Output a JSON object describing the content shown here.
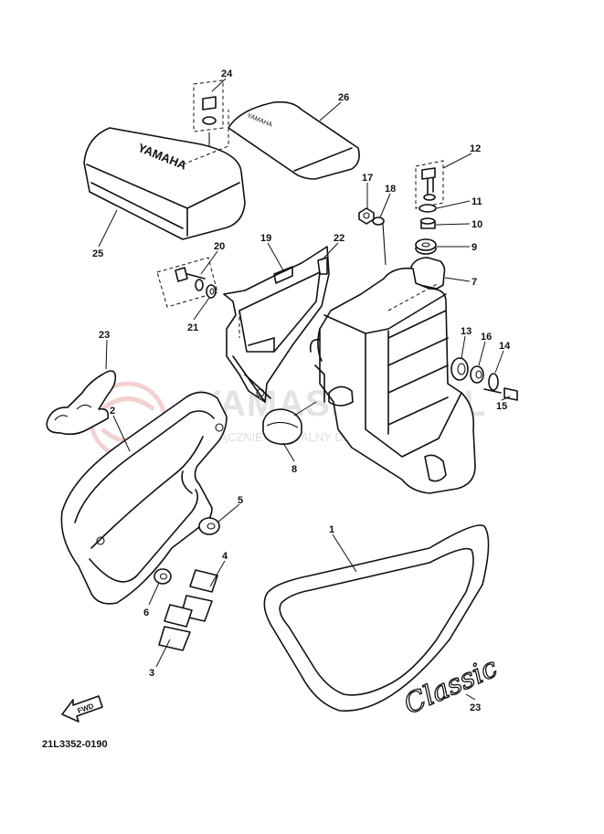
{
  "diagram": {
    "part_numbers": [
      "1",
      "2",
      "3",
      "4",
      "5",
      "6",
      "7",
      "8",
      "9",
      "10",
      "11",
      "12",
      "13",
      "14",
      "15",
      "16",
      "17",
      "18",
      "19",
      "20",
      "21",
      "22",
      "23",
      "23",
      "24",
      "25",
      "26"
    ],
    "drawing_code": "21L3352-0190",
    "fwd_label": "FWD",
    "side_cover_emblem": "Classic",
    "battery_box_emblem": "YAMAHA",
    "seat_emblem": "YAMAHA"
  },
  "watermark": {
    "brand": "YAMASKLEP.PL",
    "subtitle": "WYŁĄCZNIE OFICJALNY DEALER YAMAHA"
  },
  "colors": {
    "line": "#111111",
    "watermark_text": "#c9c9c9",
    "watermark_logo": "#e8a3a3"
  }
}
